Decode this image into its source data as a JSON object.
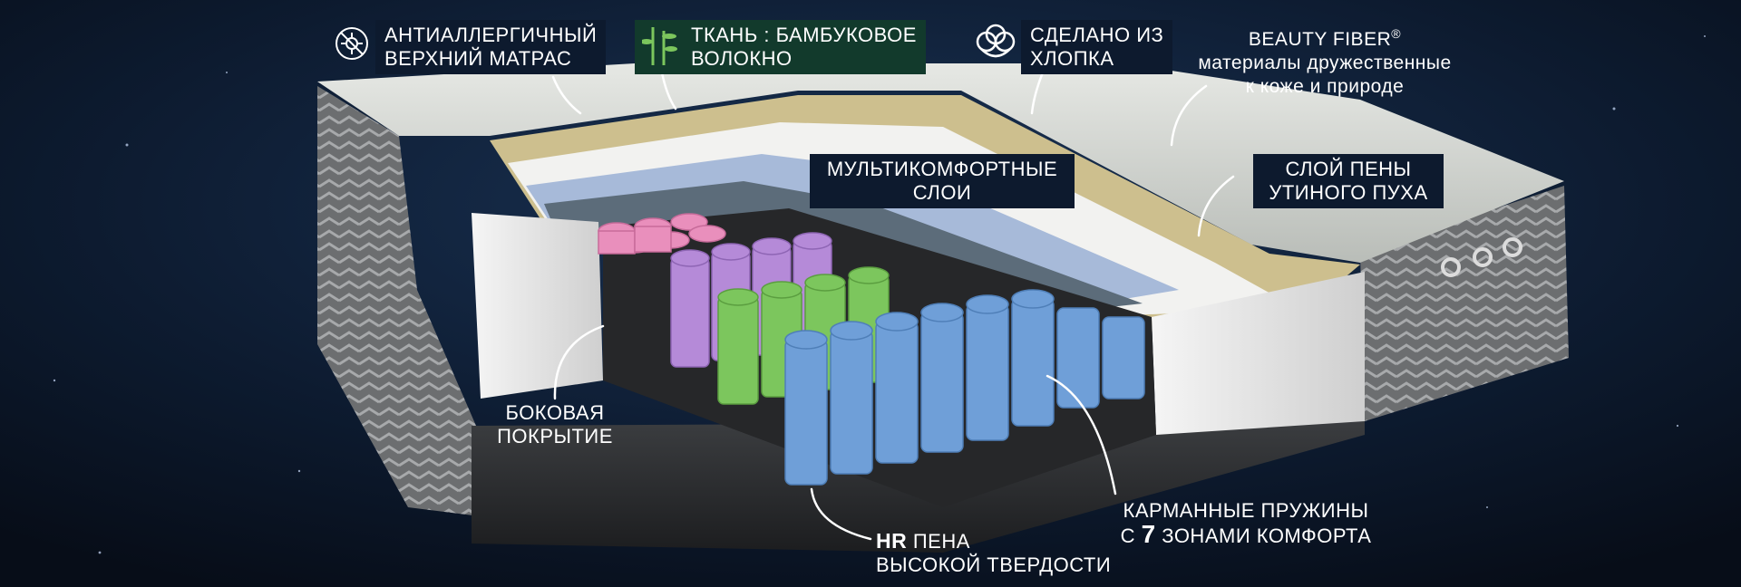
{
  "features": {
    "anti_allergic": {
      "line1": "АНТИАЛЛЕРГИЧНЫЙ",
      "line2": "ВЕРХНИЙ МАТРАС",
      "icon": "virus-crossed-icon"
    },
    "bamboo": {
      "line1": "ТКАНЬ : БАМБУКОВОЕ",
      "line2": "ВОЛОКНО",
      "icon": "bamboo-icon"
    },
    "cotton": {
      "line1": "СДЕЛАНО ИЗ",
      "line2": "ХЛОПКА",
      "icon": "cotton-icon"
    },
    "beauty_fiber": {
      "line1": "BEAUTY FIBER",
      "mark": "®",
      "line2": "материалы дружественные",
      "line3": "к коже и природе"
    }
  },
  "layers": {
    "multicomfort": {
      "line1": "МУЛЬТИКОМФОРТНЫЕ",
      "line2": "СЛОИ"
    },
    "duck_down": {
      "line1": "СЛОЙ ПЕНЫ",
      "line2": "УТИНОГО ПУХА"
    },
    "side": {
      "line1": "БОКОВАЯ",
      "line2": "ПОКРЫТИЕ"
    },
    "springs": {
      "line1": "КАРМАННЫЕ ПРУЖИНЫ",
      "line2_prefix": "С",
      "line2_number": "7",
      "line2_suffix": "ЗОНАМИ КОМФОРТА"
    },
    "hr_foam": {
      "line1_bold": "HR",
      "line1": "ПЕНА",
      "line2": "ВЫСОКОЙ ТВЕРДОСТИ"
    }
  },
  "colors": {
    "background": "#0b1526",
    "label_box": "#0d1a2e",
    "bamboo_box": "#123a2c",
    "pink_springs": "#e98fbc",
    "purple_springs": "#b58ad8",
    "green_springs": "#7cc65d",
    "blue_springs": "#6f9fd8"
  }
}
